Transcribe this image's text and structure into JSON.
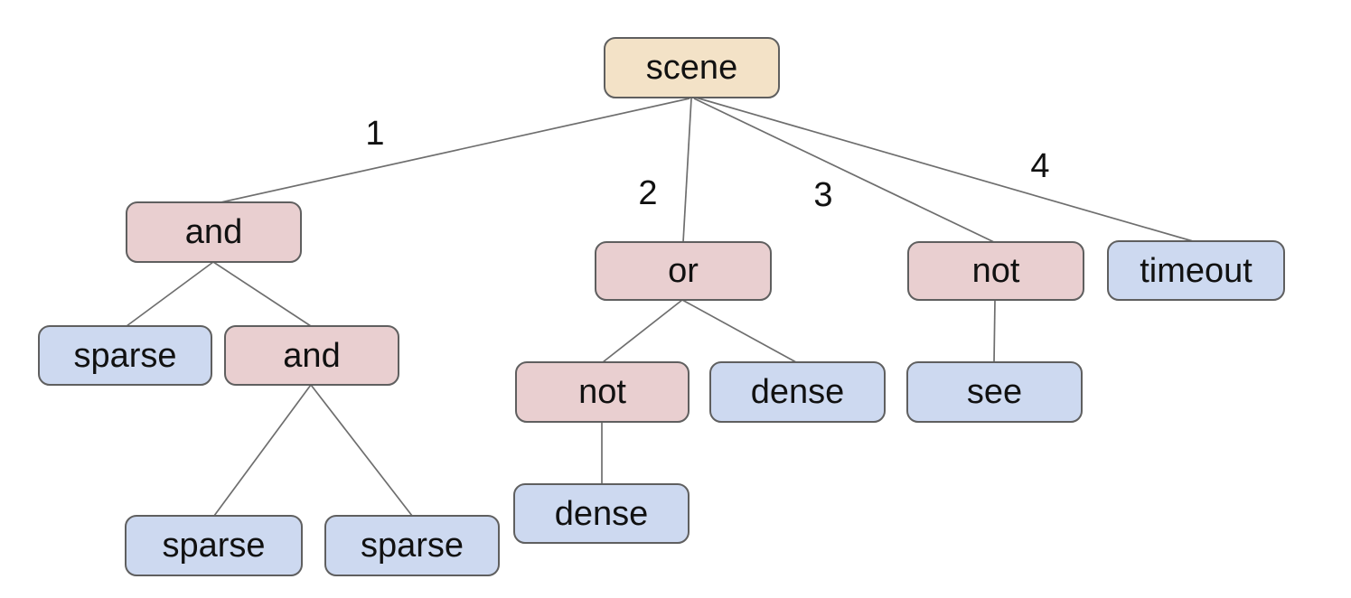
{
  "diagram": {
    "kind": "behavior-tree",
    "colors": {
      "background": "#ffffff",
      "root_fill": "#f3e2c7",
      "operator_fill": "#e9cfd0",
      "leaf_fill": "#cdd9f0",
      "border": "#5f5f5f",
      "edge": "#6e6e6e",
      "text": "#111111"
    },
    "tree": {
      "label": "scene",
      "type": "root",
      "children": [
        {
          "edge_label": "1",
          "label": "and",
          "type": "operator",
          "children": [
            {
              "label": "sparse",
              "type": "leaf"
            },
            {
              "label": "and",
              "type": "operator",
              "children": [
                {
                  "label": "sparse",
                  "type": "leaf"
                },
                {
                  "label": "sparse",
                  "type": "leaf"
                }
              ]
            }
          ]
        },
        {
          "edge_label": "2",
          "label": "or",
          "type": "operator",
          "children": [
            {
              "label": "not",
              "type": "operator",
              "children": [
                {
                  "label": "dense",
                  "type": "leaf"
                }
              ]
            },
            {
              "label": "dense",
              "type": "leaf"
            }
          ]
        },
        {
          "edge_label": "3",
          "label": "not",
          "type": "operator",
          "children": [
            {
              "label": "see",
              "type": "leaf"
            }
          ]
        },
        {
          "edge_label": "4",
          "label": "timeout",
          "type": "leaf"
        }
      ]
    }
  }
}
